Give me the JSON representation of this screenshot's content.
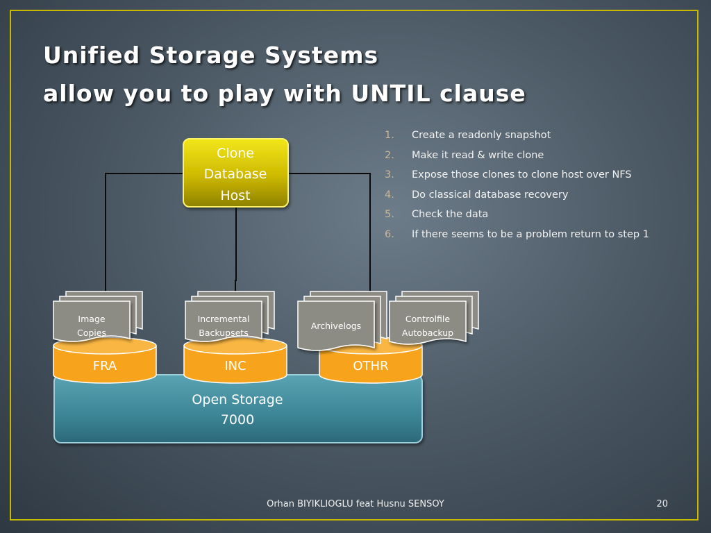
{
  "title": {
    "line1": "Unified Storage Systems",
    "line2": "allow you to play with UNTIL clause"
  },
  "steps": [
    {
      "num": "1.",
      "text": "Create a readonly snapshot"
    },
    {
      "num": "2.",
      "text": "Make it read & write clone"
    },
    {
      "num": "3.",
      "text": "Expose those clones to clone host over NFS"
    },
    {
      "num": "4.",
      "text": "Do classical database recovery"
    },
    {
      "num": "5.",
      "text": "Check the data"
    },
    {
      "num": "6.",
      "text": "If there seems to be a problem return to step 1"
    }
  ],
  "diagram": {
    "host": {
      "line1": "Clone",
      "line2": "Database",
      "line3": "Host"
    },
    "storage": {
      "line1": "Open Storage",
      "line2": "7000"
    },
    "disks": {
      "fra": "FRA",
      "inc": "INC",
      "othr": "OTHR"
    },
    "docs": {
      "image_copies": {
        "line1": "Image",
        "line2": "Copies"
      },
      "incremental": {
        "line1": "Incremental",
        "line2": "Backupsets"
      },
      "archivelogs": "Archivelogs",
      "controlfile": {
        "line1": "Controlfile",
        "line2": "Autobackup"
      }
    }
  },
  "footer": {
    "author": "Orhan BIYIKLIOGLU feat Husnu SENSOY",
    "page": "20"
  },
  "colors": {
    "frame": "#c9b800",
    "host_fill": "#d4c200",
    "disk_fill": "#f7a41c",
    "storage_fill": "#3c8596",
    "doc_fill": "#8c8c84"
  }
}
